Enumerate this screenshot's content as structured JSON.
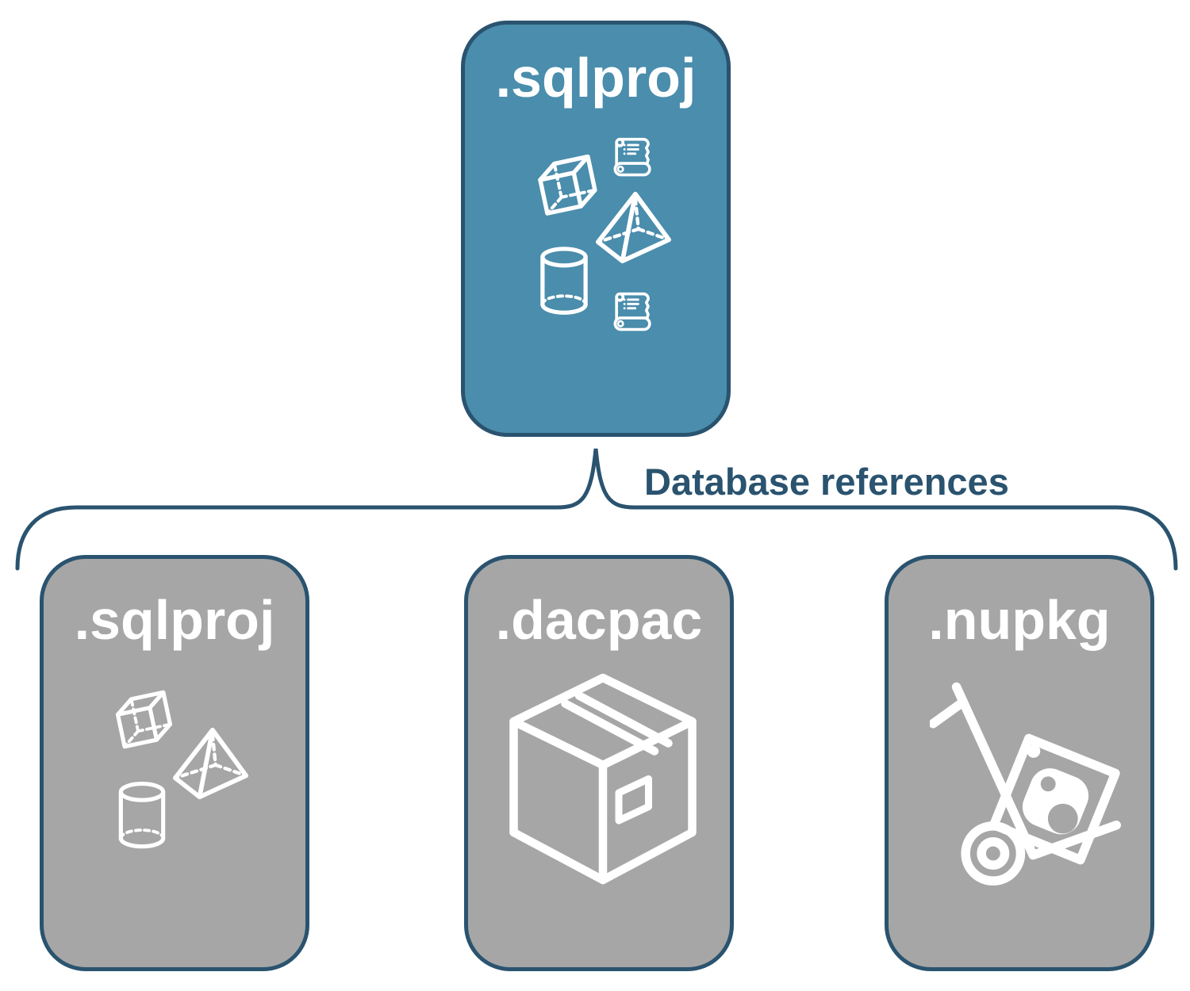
{
  "diagram": {
    "root_node": {
      "label": ".sqlproj",
      "icons": [
        "cube-icon",
        "scroll-icon",
        "pyramid-icon",
        "cylinder-icon",
        "scroll-icon"
      ]
    },
    "connector_label": "Database references",
    "child_nodes": [
      {
        "label": ".sqlproj",
        "icons": [
          "cube-icon",
          "pyramid-icon",
          "cylinder-icon"
        ]
      },
      {
        "label": ".dacpac",
        "icons": [
          "package-box-icon"
        ]
      },
      {
        "label": ".nupkg",
        "icons": [
          "nuget-hand-truck-icon"
        ]
      }
    ],
    "colors": {
      "root_fill": "#4a8dac",
      "child_fill": "#a6a6a6",
      "outline": "#2a536f",
      "node_text": "#ffffff",
      "connector_text": "#2a536f",
      "icon_stroke": "#ffffff"
    }
  }
}
